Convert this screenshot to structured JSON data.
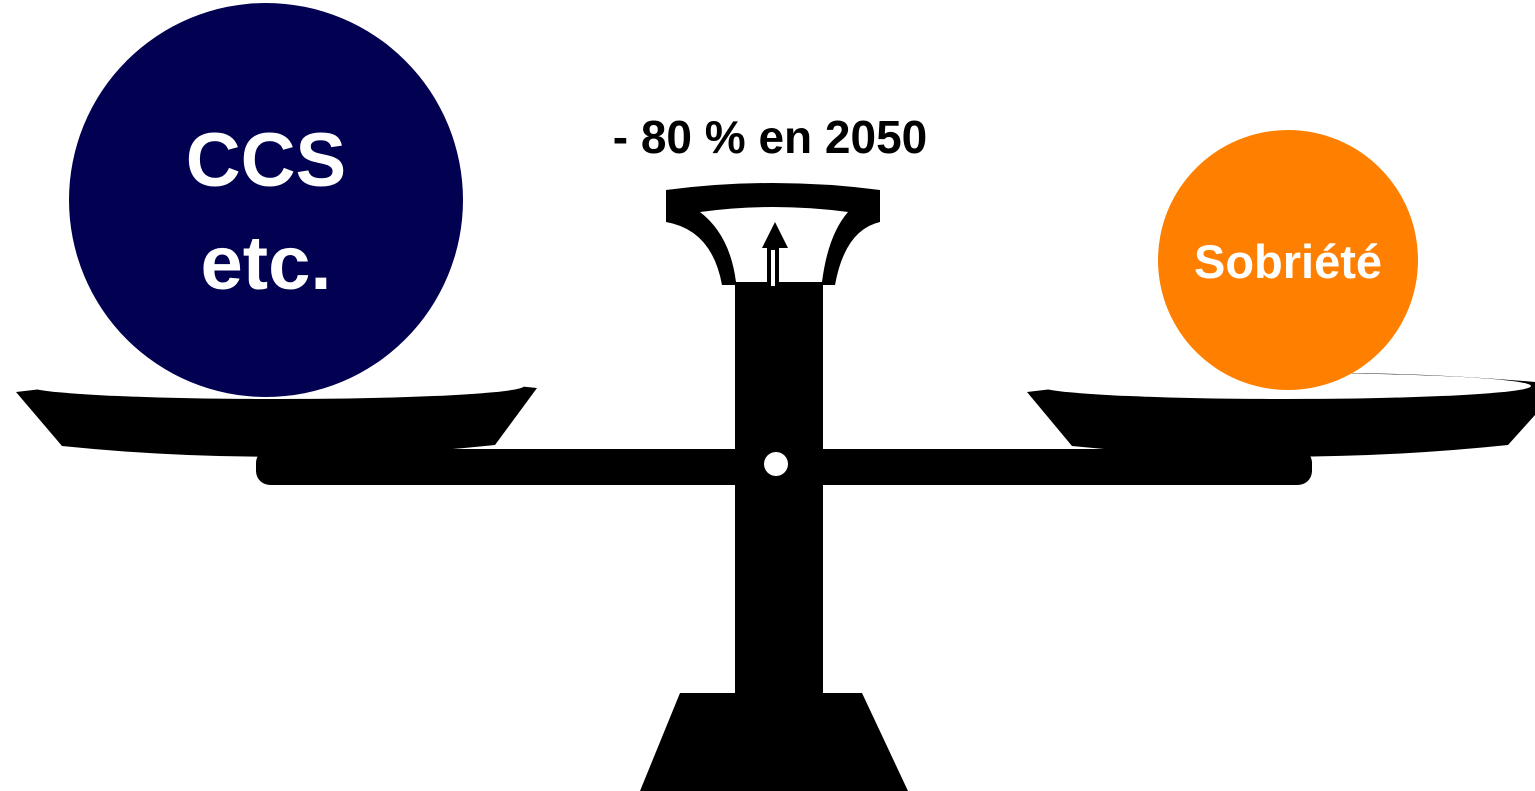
{
  "target": {
    "label": "- 80 % en 2050"
  },
  "left_weight": {
    "line1": "CCS",
    "line2": "etc.",
    "color": "#020050"
  },
  "right_weight": {
    "label": "Sobriété",
    "color": "#ff8000"
  },
  "scale": {
    "color": "#000000"
  }
}
